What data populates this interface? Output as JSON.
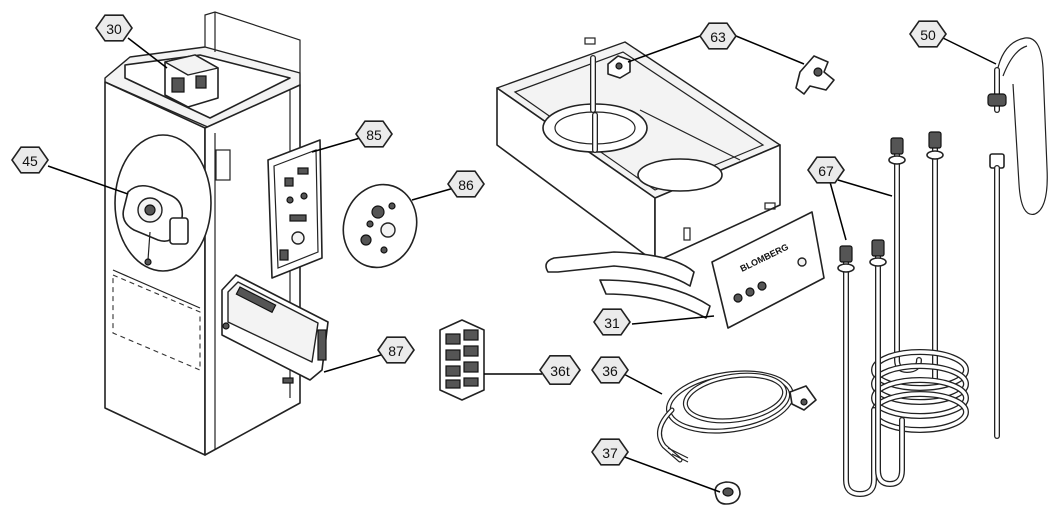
{
  "callouts": [
    {
      "id": "c30",
      "label": "30"
    },
    {
      "id": "c45",
      "label": "45"
    },
    {
      "id": "c85",
      "label": "85"
    },
    {
      "id": "c86",
      "label": "86"
    },
    {
      "id": "c87",
      "label": "87"
    },
    {
      "id": "c63",
      "label": "63"
    },
    {
      "id": "c50",
      "label": "50"
    },
    {
      "id": "c67",
      "label": "67"
    },
    {
      "id": "c31",
      "label": "31"
    },
    {
      "id": "c36t",
      "label": "36t"
    },
    {
      "id": "c36",
      "label": "36"
    },
    {
      "id": "c37",
      "label": "37"
    }
  ],
  "panel_logo_text": "BLOMBERG"
}
